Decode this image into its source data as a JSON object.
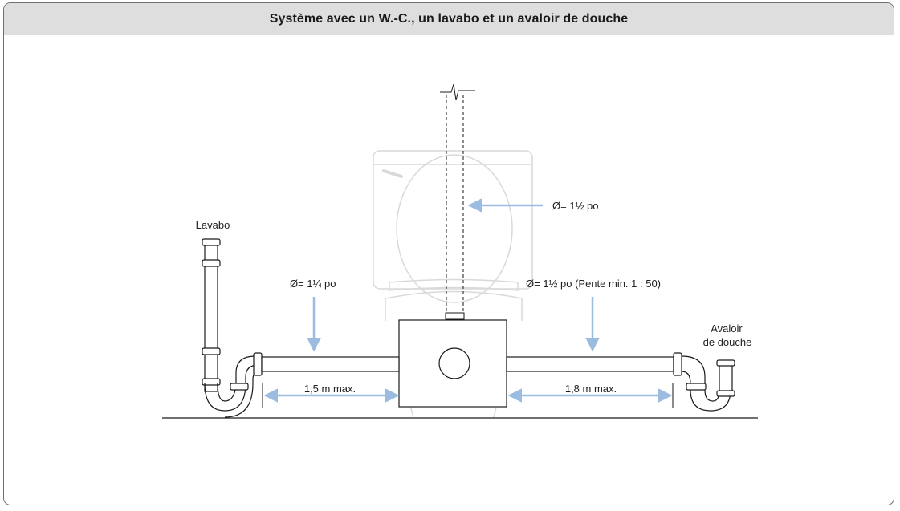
{
  "title": "Système avec un W.-C., un lavabo et un avaloir de douche",
  "labels": {
    "lavabo": "Lavabo",
    "avaloir_line1": "Avaloir",
    "avaloir_line2": "de douche",
    "vent_diameter": "Ø= 1½ po",
    "left_pipe_diameter": "Ø= 1¼ po",
    "right_pipe_diameter": "Ø= 1½ po (Pente min. 1 : 50)",
    "left_distance": "1,5 m max.",
    "right_distance": "1,8 m max."
  },
  "colors": {
    "arrow": "#9bbbe0",
    "line": "#1a1a1a",
    "ghost": "#d9d9d9",
    "title_bg": "#dedede"
  }
}
